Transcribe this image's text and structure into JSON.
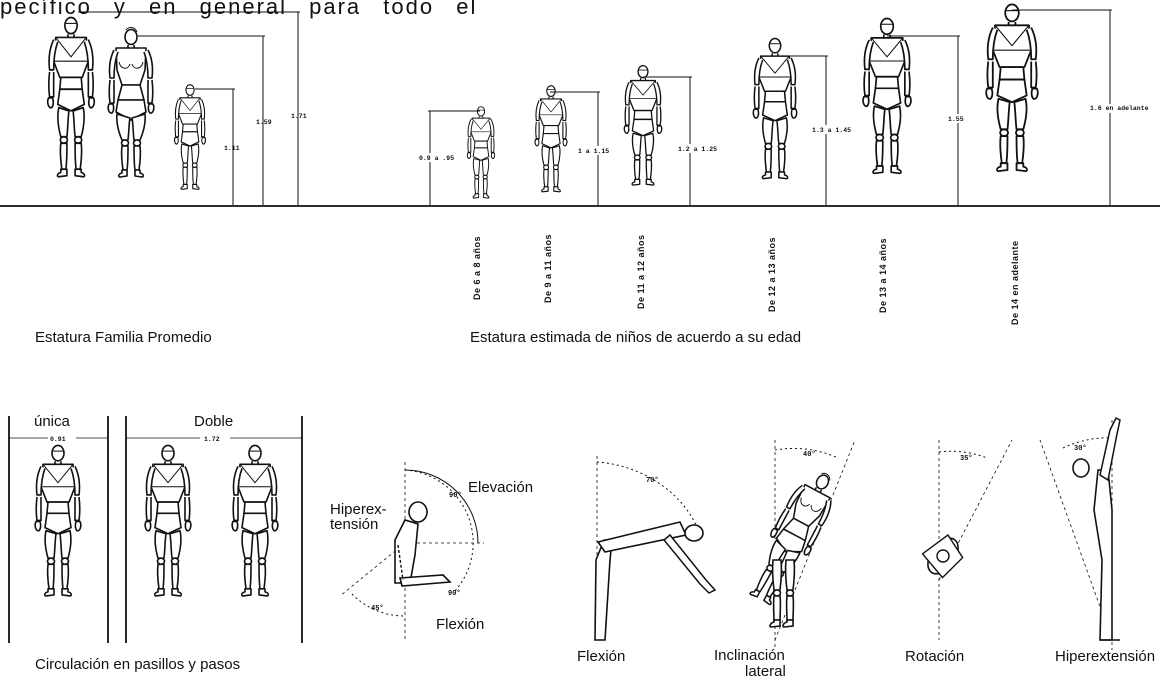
{
  "header": {
    "text": "pecífico y en general para todo el"
  },
  "family": {
    "caption": "Estatura Familia Promedio",
    "heights": [
      "1.11",
      "1.59",
      "1.71"
    ]
  },
  "children": {
    "caption": "Estatura estimada de niños de acuerdo a su edad",
    "heights": [
      "0.9 a .95",
      "1 a 1.15",
      "1.2 a 1.25",
      "1.3 a 1.45",
      "1.55",
      "1.6 en adelante"
    ],
    "ages": [
      "De 6 a 8 años",
      "De 9 a 11 años",
      "De 11 a 12 años",
      "De 12 a 13 años",
      "De 13 a 14 años",
      "De 14 en adelante"
    ]
  },
  "circulation": {
    "caption": "Circulación en pasillos y pasos",
    "single_label": "única",
    "single_width": "0.91",
    "double_label": "Doble",
    "double_width": "1.72"
  },
  "arm": {
    "elevation": "Elevación",
    "hyperext_line1": "Hiperex-",
    "hyperext_line2": "tensión",
    "flexion": "Flexión",
    "angle_top": "90°",
    "angle_right": "90°",
    "angle_left": "45°"
  },
  "trunk": {
    "flexion": "Flexión",
    "lateral_line1": "Inclinación",
    "lateral_line2": "lateral",
    "rotation": "Rotación",
    "hyperextension": "Hiperextensión",
    "angle_flexion": "70°",
    "angle_lateral": "40°",
    "angle_rotation": "35°",
    "angle_hyper": "30°"
  }
}
